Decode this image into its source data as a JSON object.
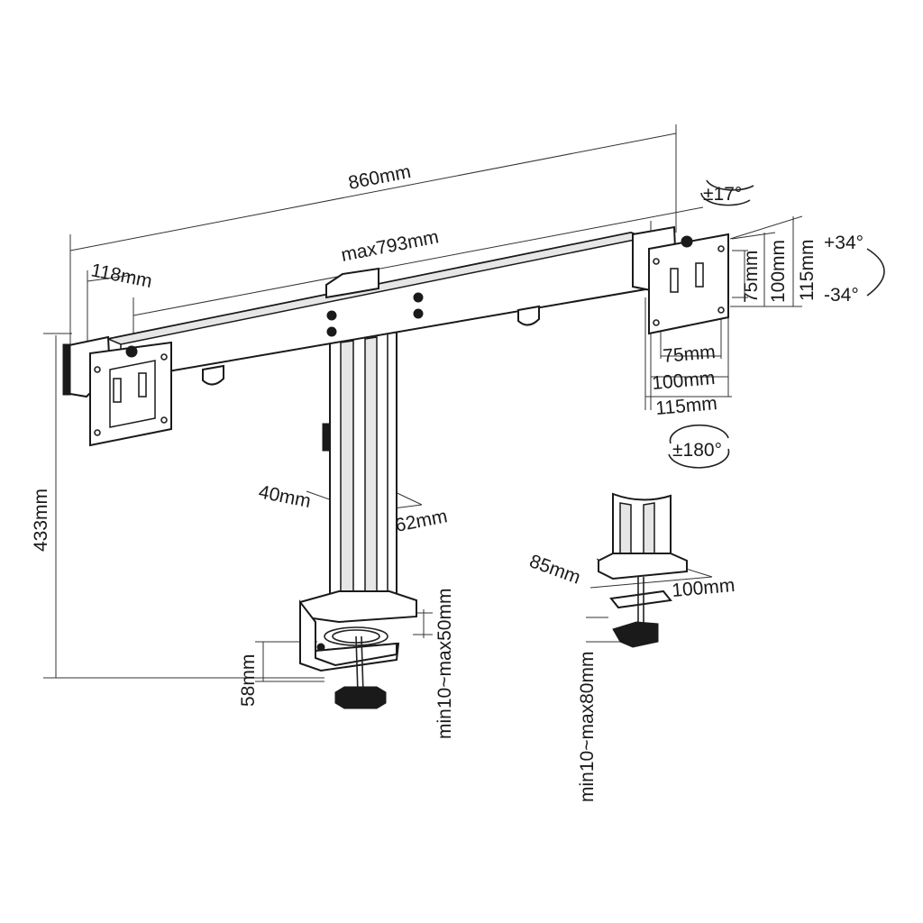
{
  "dimensions": {
    "total_width": "860mm",
    "max_center_distance": "max793mm",
    "plate_offset": "118mm",
    "height": "433mm",
    "pole_width": "40mm",
    "pole_depth": "62mm",
    "clamp_depth": "58mm",
    "clamp_range": "min10~max50mm",
    "grommet_width": "85mm",
    "grommet_depth": "100mm",
    "grommet_range": "min10~max80mm"
  },
  "vesa": {
    "h_75": "75mm",
    "h_100": "100mm",
    "h_115": "115mm",
    "v_75": "75mm",
    "v_100": "100mm",
    "v_115": "115mm"
  },
  "rotation": {
    "swivel": "±17°",
    "tilt_up": "+34°",
    "tilt_down": "-34°",
    "rotate": "±180°"
  },
  "colors": {
    "line": "#1a1a1a",
    "background": "#ffffff",
    "shade": "#e6e6e6"
  }
}
